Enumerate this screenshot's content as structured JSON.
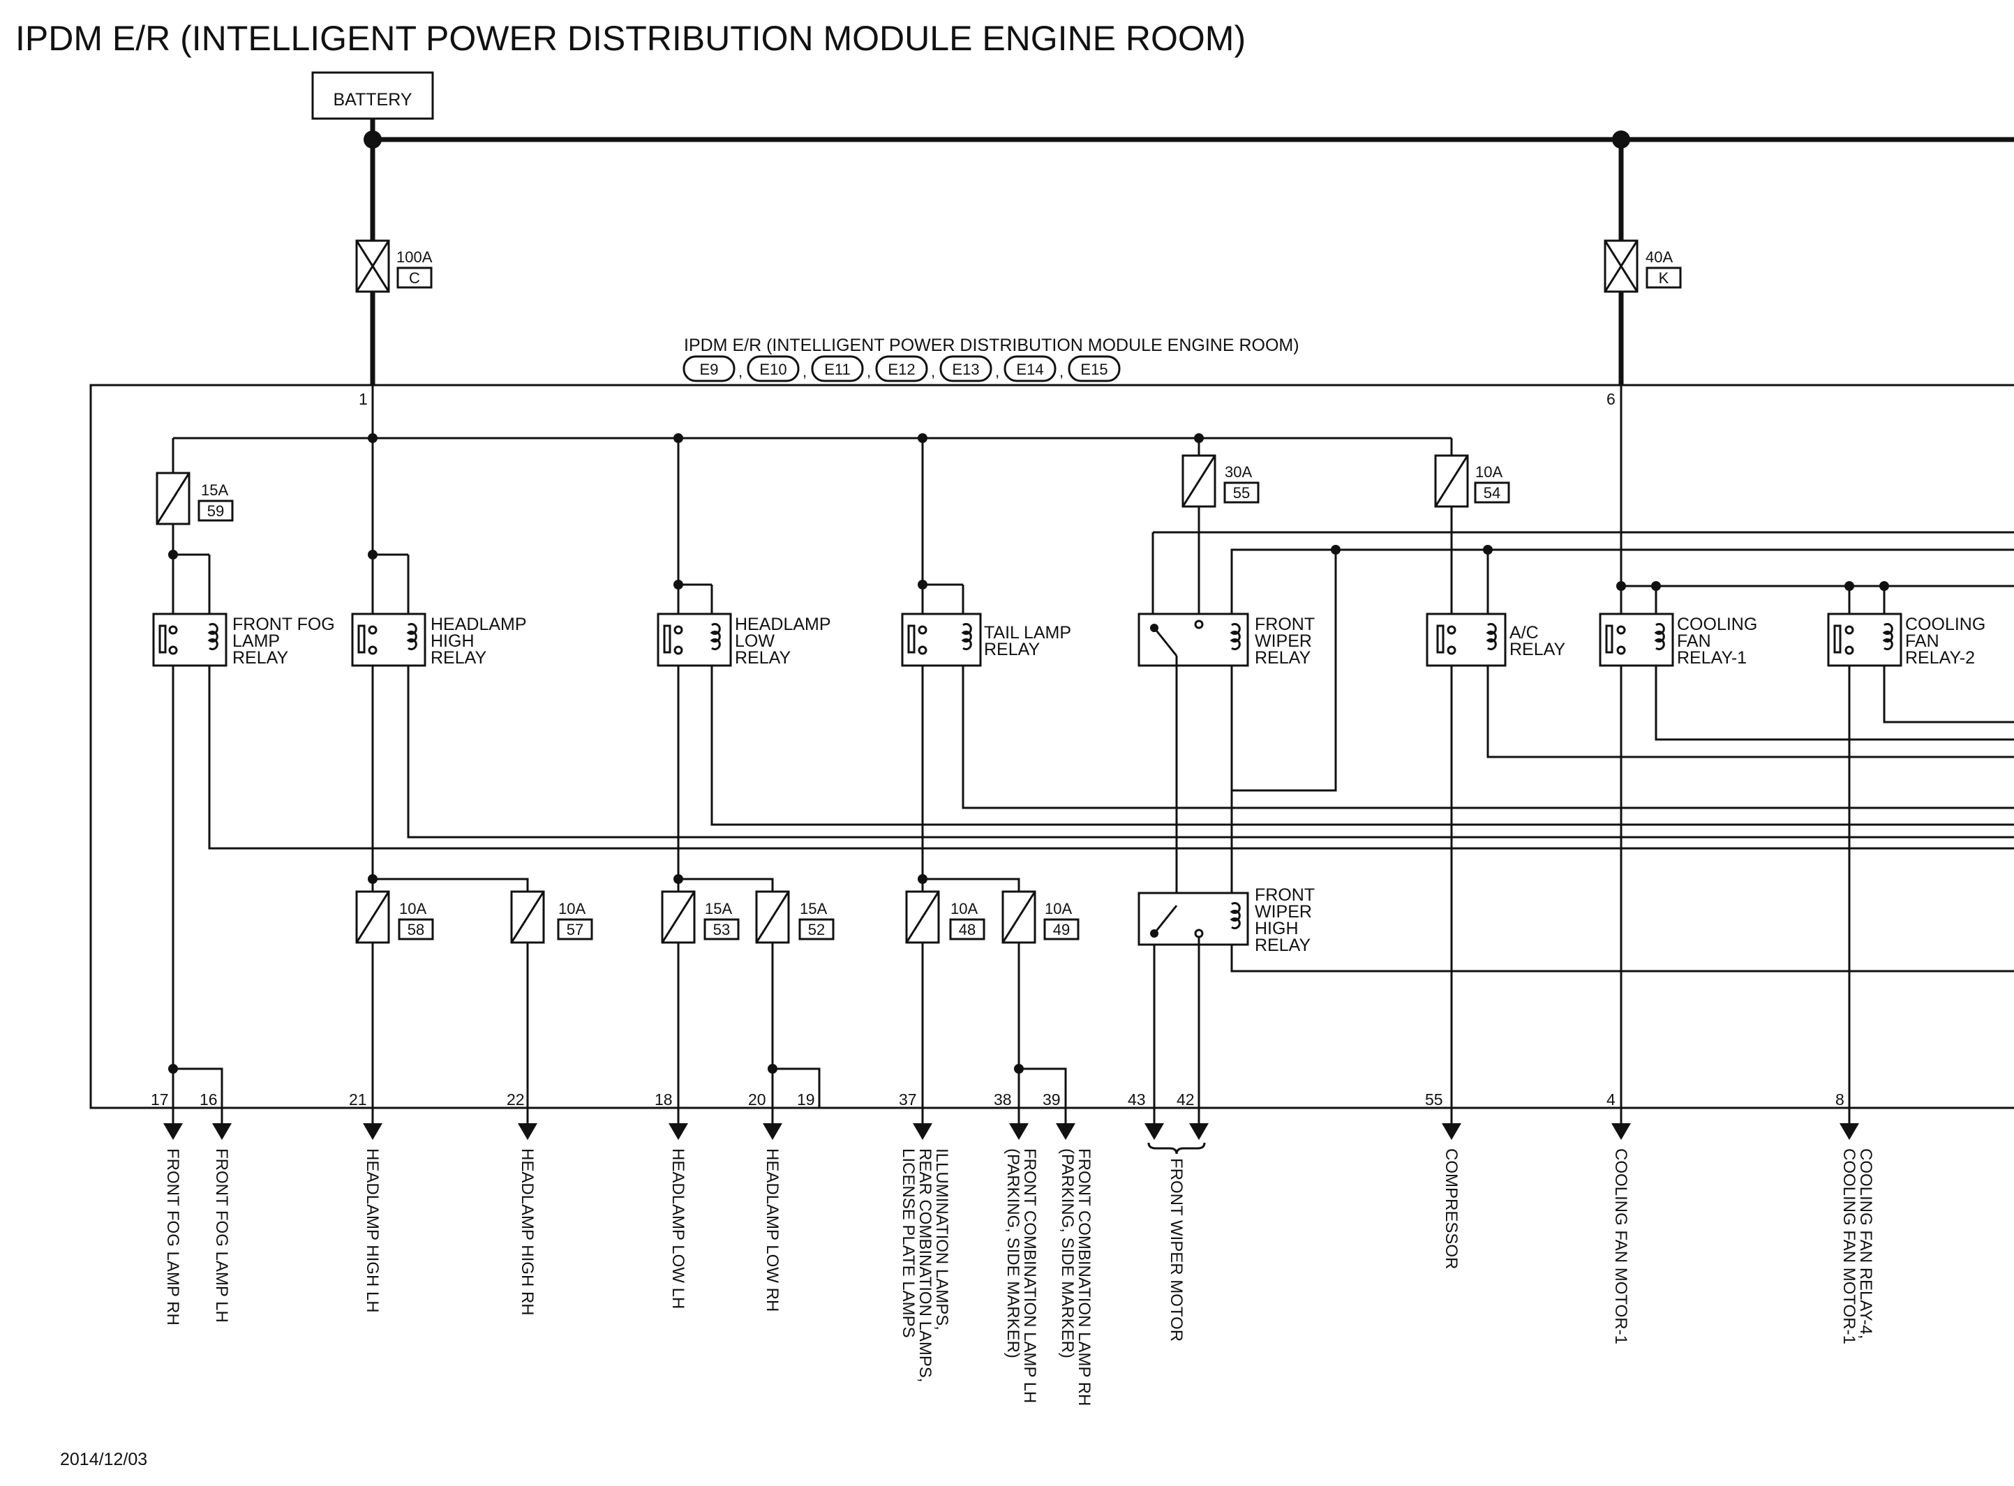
{
  "title": "IPDM E/R (INTELLIGENT POWER DISTRIBUTION MODULE ENGINE ROOM)",
  "battery_label": "BATTERY",
  "module_label": "IPDM E/R (INTELLIGENT POWER DISTRIBUTION MODULE ENGINE ROOM)",
  "connectors": [
    "E9",
    "E10",
    "E11",
    "E12",
    "E13",
    "E14",
    "E15"
  ],
  "connector_separator": ",",
  "main_fuses": [
    {
      "rating": "100A",
      "id": "C",
      "pin": "1"
    },
    {
      "rating": "40A",
      "id": "K",
      "pin": "6"
    }
  ],
  "upper_fuses": [
    {
      "rating": "15A",
      "id": "59"
    },
    {
      "rating": "30A",
      "id": "55"
    },
    {
      "rating": "10A",
      "id": "54"
    }
  ],
  "lower_fuses": [
    {
      "rating": "10A",
      "id": "58"
    },
    {
      "rating": "10A",
      "id": "57"
    },
    {
      "rating": "15A",
      "id": "53"
    },
    {
      "rating": "15A",
      "id": "52"
    },
    {
      "rating": "10A",
      "id": "48"
    },
    {
      "rating": "10A",
      "id": "49"
    }
  ],
  "relays": [
    {
      "line1": "FRONT FOG",
      "line2": "LAMP",
      "line3": "RELAY"
    },
    {
      "line1": "HEADLAMP",
      "line2": "HIGH",
      "line3": "RELAY"
    },
    {
      "line1": "HEADLAMP",
      "line2": "LOW",
      "line3": "RELAY"
    },
    {
      "line1": "TAIL LAMP",
      "line2": "RELAY",
      "line3": ""
    },
    {
      "line1": "FRONT",
      "line2": "WIPER",
      "line3": "RELAY"
    },
    {
      "line1": "A/C",
      "line2": "RELAY",
      "line3": ""
    },
    {
      "line1": "COOLING",
      "line2": "FAN",
      "line3": "RELAY-1"
    },
    {
      "line1": "COOLING",
      "line2": "FAN",
      "line3": "RELAY-2"
    }
  ],
  "wiper_high_relay": {
    "line1": "FRONT",
    "line2": "WIPER",
    "line3": "HIGH",
    "line4": "RELAY"
  },
  "pins": [
    "17",
    "16",
    "21",
    "22",
    "18",
    "20",
    "19",
    "37",
    "38",
    "39",
    "43",
    "42",
    "55",
    "4",
    "8"
  ],
  "outputs": [
    {
      "lines": [
        "FRONT FOG LAMP RH"
      ]
    },
    {
      "lines": [
        "FRONT FOG LAMP LH"
      ]
    },
    {
      "lines": [
        "HEADLAMP HIGH LH"
      ]
    },
    {
      "lines": [
        "HEADLAMP HIGH RH"
      ]
    },
    {
      "lines": [
        "HEADLAMP LOW LH"
      ]
    },
    {
      "lines": [
        "HEADLAMP LOW RH"
      ]
    },
    {
      "lines": [
        "ILLUMINATION LAMPS,",
        "REAR COMBINATION LAMPS,",
        "LICENSE PLATE LAMPS"
      ]
    },
    {
      "lines": [
        "FRONT COMBINATION LAMP LH",
        "(PARKING, SIDE MARKER)"
      ]
    },
    {
      "lines": [
        "FRONT COMBINATION LAMP RH",
        "(PARKING, SIDE MARKER)"
      ]
    },
    {
      "lines": [
        "FRONT WIPER MOTOR"
      ]
    },
    {
      "lines": [
        "COMPRESSOR"
      ]
    },
    {
      "lines": [
        "COOLING FAN MOTOR-1"
      ]
    },
    {
      "lines": [
        "COOLING FAN RELAY-4,",
        "COOLING FAN MOTOR-1"
      ]
    }
  ],
  "date": "2014/12/03"
}
